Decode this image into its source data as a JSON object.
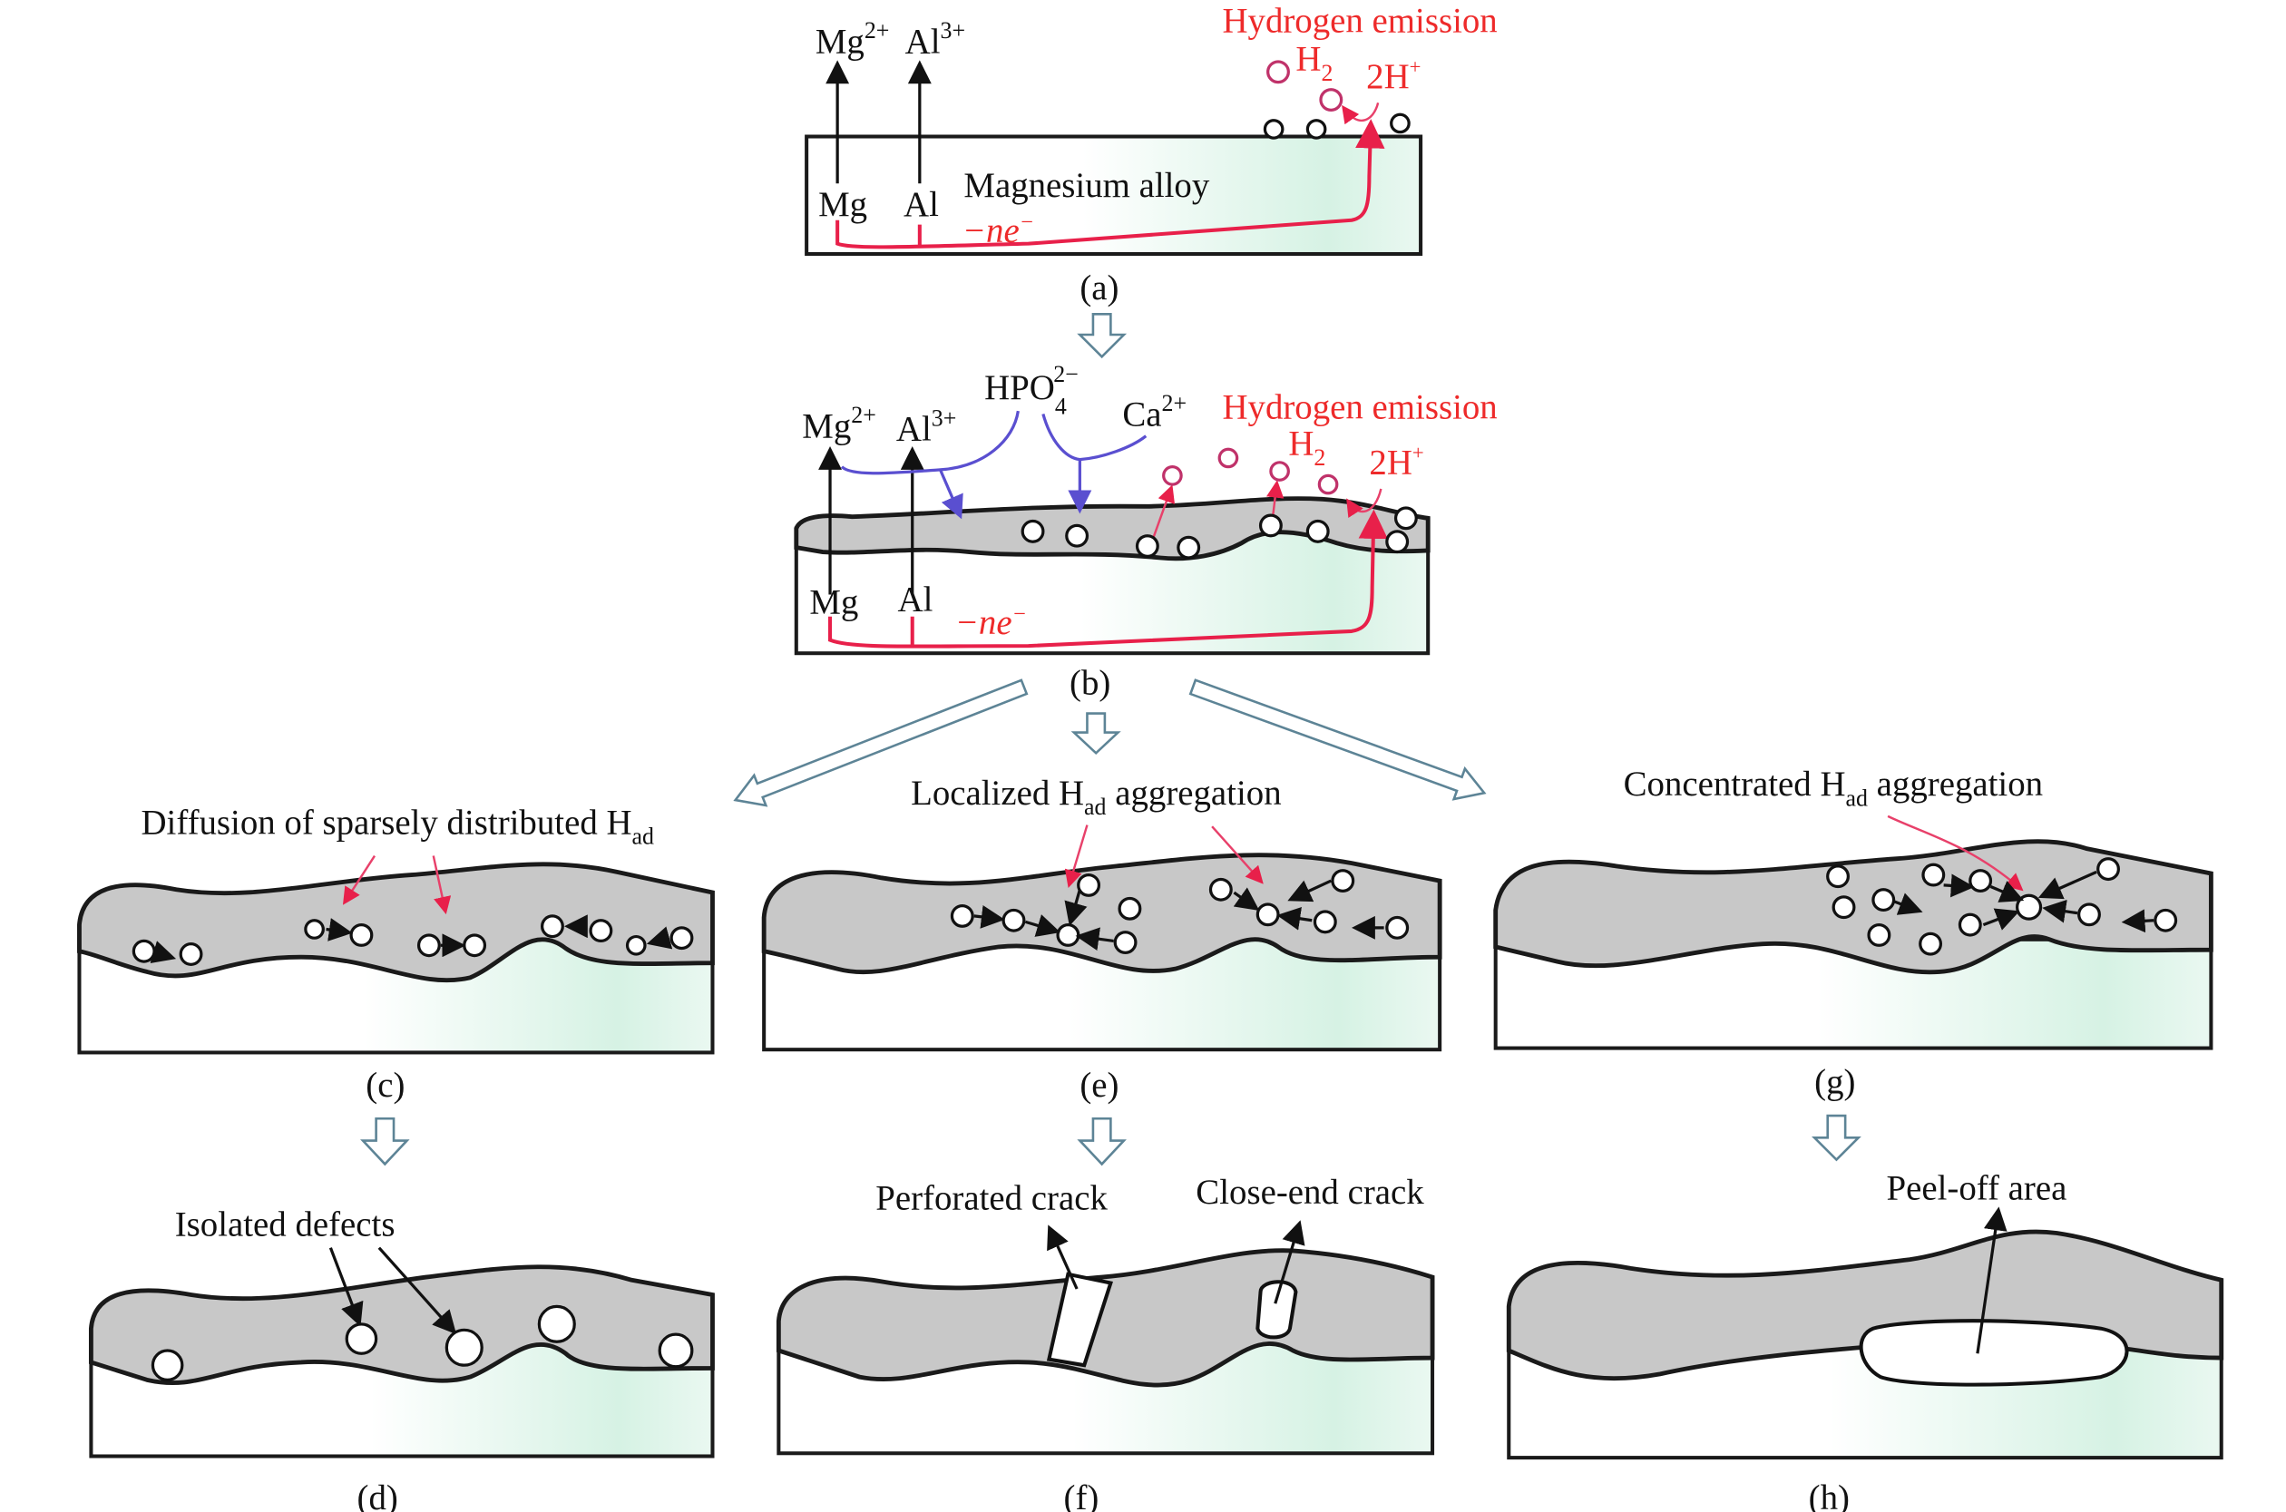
{
  "panels": {
    "a": "(a)",
    "b": "(b)",
    "c": "(c)",
    "d": "(d)",
    "e": "(e)",
    "f": "(f)",
    "g": "(g)",
    "h": "(h)"
  },
  "ions": {
    "mg": "Mg",
    "mg_charge": "2+",
    "al": "Al",
    "al_charge": "3+",
    "hpo": "HPO",
    "hpo_sub": "4",
    "hpo_charge": "2−",
    "ca": "Ca",
    "ca_charge": "2+",
    "h": "H",
    "h2_sub": "2",
    "two_h": "2H",
    "h_plus": "+",
    "electrons": "−ne",
    "e_minus": "−"
  },
  "labels": {
    "hydrogen_emission": "Hydrogen emission",
    "magnesium_alloy": "Magnesium alloy",
    "mg": "Mg",
    "al": "Al",
    "diffusion": "Diffusion of sparsely distributed H",
    "localized": "Localized H",
    "concentrated": "Concentrated H",
    "ad": "ad",
    "aggregation": " aggregation",
    "isolated": "Isolated defects",
    "perforated": "Perforated crack",
    "close_end": "Close-end crack",
    "peel_off": "Peel-off area"
  },
  "colors": {
    "film": "#c8c8c8",
    "alloy_tint": "#d6f2e4",
    "hydrogen": "#ee2a2a",
    "deposition_path": "#5a4fd0",
    "arrow_outline": "#5d8496"
  }
}
